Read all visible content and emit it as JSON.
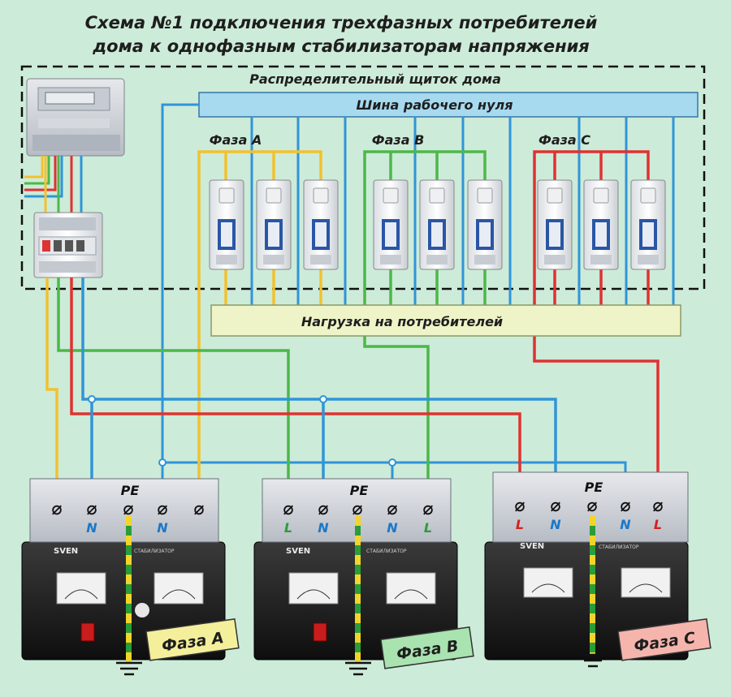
{
  "title": {
    "line1": "Схема №1 подключения трехфазных потребителей",
    "line2": "дома к однофазным стабилизаторам напряжения"
  },
  "panel": {
    "label": "Распределительный щиток дома"
  },
  "neutral_bus": {
    "label": "Шина рабочего нуля"
  },
  "load_bus": {
    "label": "Нагрузка на потребителей"
  },
  "phase_groups": [
    {
      "label": "Фаза А",
      "color": "#f2c12e"
    },
    {
      "label": "Фаза В",
      "color": "#4cb848"
    },
    {
      "label": "Фаза С",
      "color": "#e03131"
    }
  ],
  "wire_colors": {
    "neutral": "#2f95d8",
    "pe": "#1a7a3a"
  },
  "stabilizers": [
    {
      "brand": "SVEN",
      "device_text": "СТАБИЛИЗАТОР",
      "terminals": [
        "",
        "N",
        "PE",
        "N",
        ""
      ],
      "phase_tag": "Фаза А",
      "tag_color": "#f4ef9a"
    },
    {
      "brand": "SVEN",
      "device_text": "СТАБИЛИЗАТОР",
      "terminals": [
        "L",
        "N",
        "PE",
        "N",
        "L"
      ],
      "phase_tag": "Фаза В",
      "tag_color": "#a9e3b0"
    },
    {
      "brand": "SVEN",
      "device_text": "СТАБИЛИЗАТОР",
      "terminals": [
        "L",
        "N",
        "PE",
        "N",
        "L"
      ],
      "phase_tag": "Фаза С",
      "tag_color": "#f5b5ad"
    }
  ],
  "terminal_symbol": "⌀"
}
